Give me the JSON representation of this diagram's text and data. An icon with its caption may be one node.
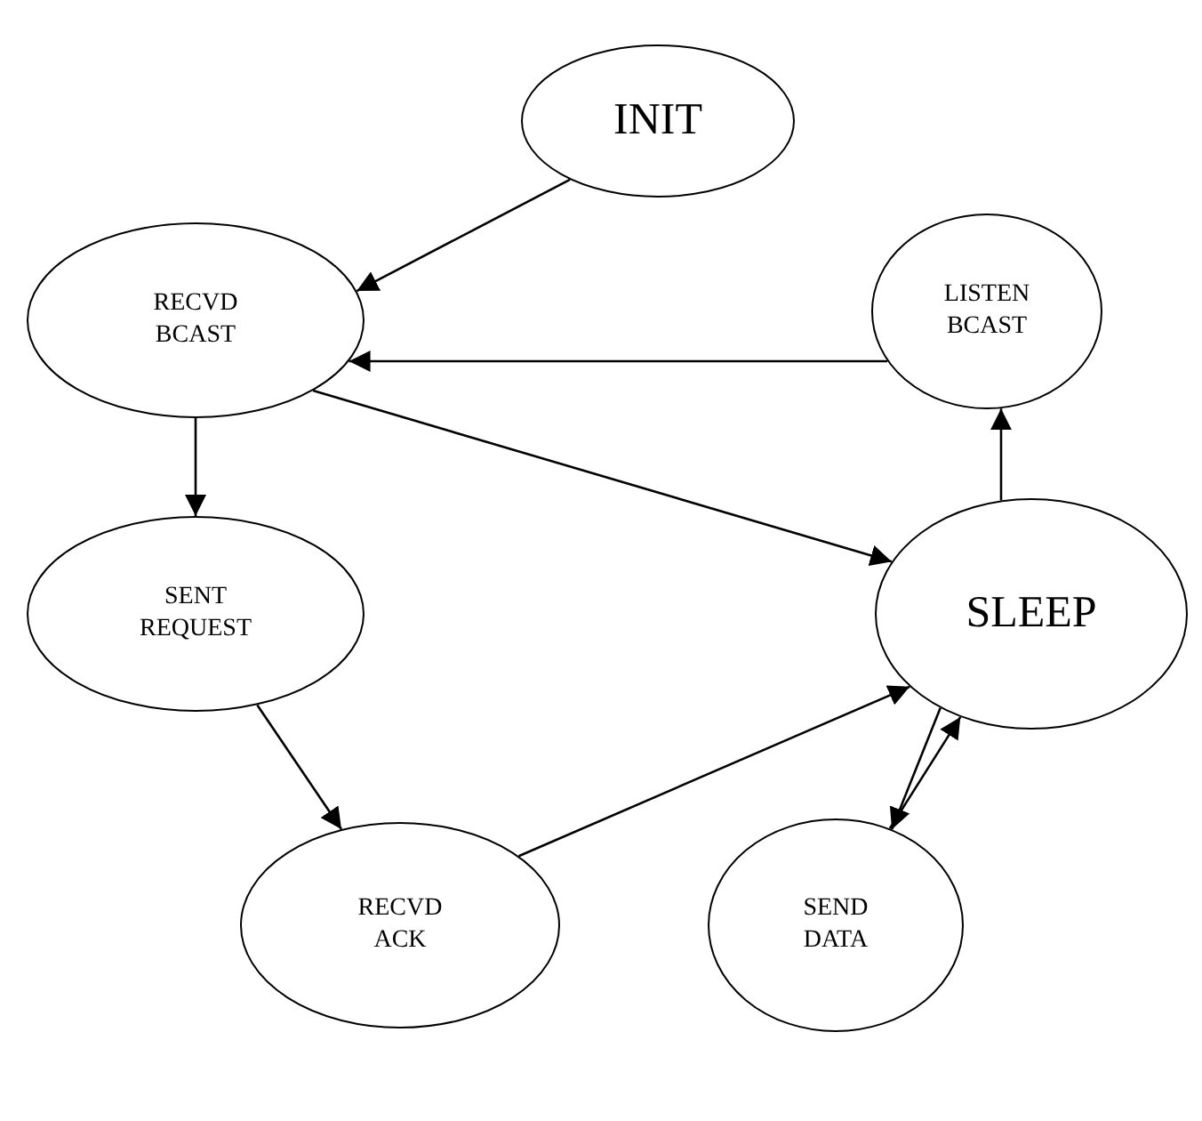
{
  "diagram": {
    "nodes": [
      {
        "text": [
          "INIT"
        ]
      },
      {
        "text": [
          "RECVD BCAST"
        ]
      },
      {
        "text": [
          "LISTEN BCAST"
        ]
      },
      {
        "text": [
          "SENT REQUEST"
        ]
      },
      {
        "text": [
          "SLEEP"
        ]
      },
      {
        "text": [
          "RECVD ACK"
        ]
      },
      {
        "text": [
          "SEND DATA"
        ]
      }
    ],
    "edges": [
      {
        "from": 0,
        "to": 1,
        "arrow": "to"
      },
      {
        "from": 2,
        "to": 1,
        "arrow": "to"
      },
      {
        "from": 1,
        "to": 4,
        "arrow": "to"
      },
      {
        "from": 1,
        "to": 3,
        "arrow": "to"
      },
      {
        "from": 4,
        "to": 2,
        "arrow": "to"
      },
      {
        "from": 3,
        "to": 5,
        "arrow": "to"
      },
      {
        "from": 5,
        "to": 4,
        "arrow": "to"
      },
      {
        "from": 4,
        "to": 6,
        "arrow": "to"
      },
      {
        "from": 6,
        "to": 4,
        "arrow": "to"
      }
    ]
  }
}
